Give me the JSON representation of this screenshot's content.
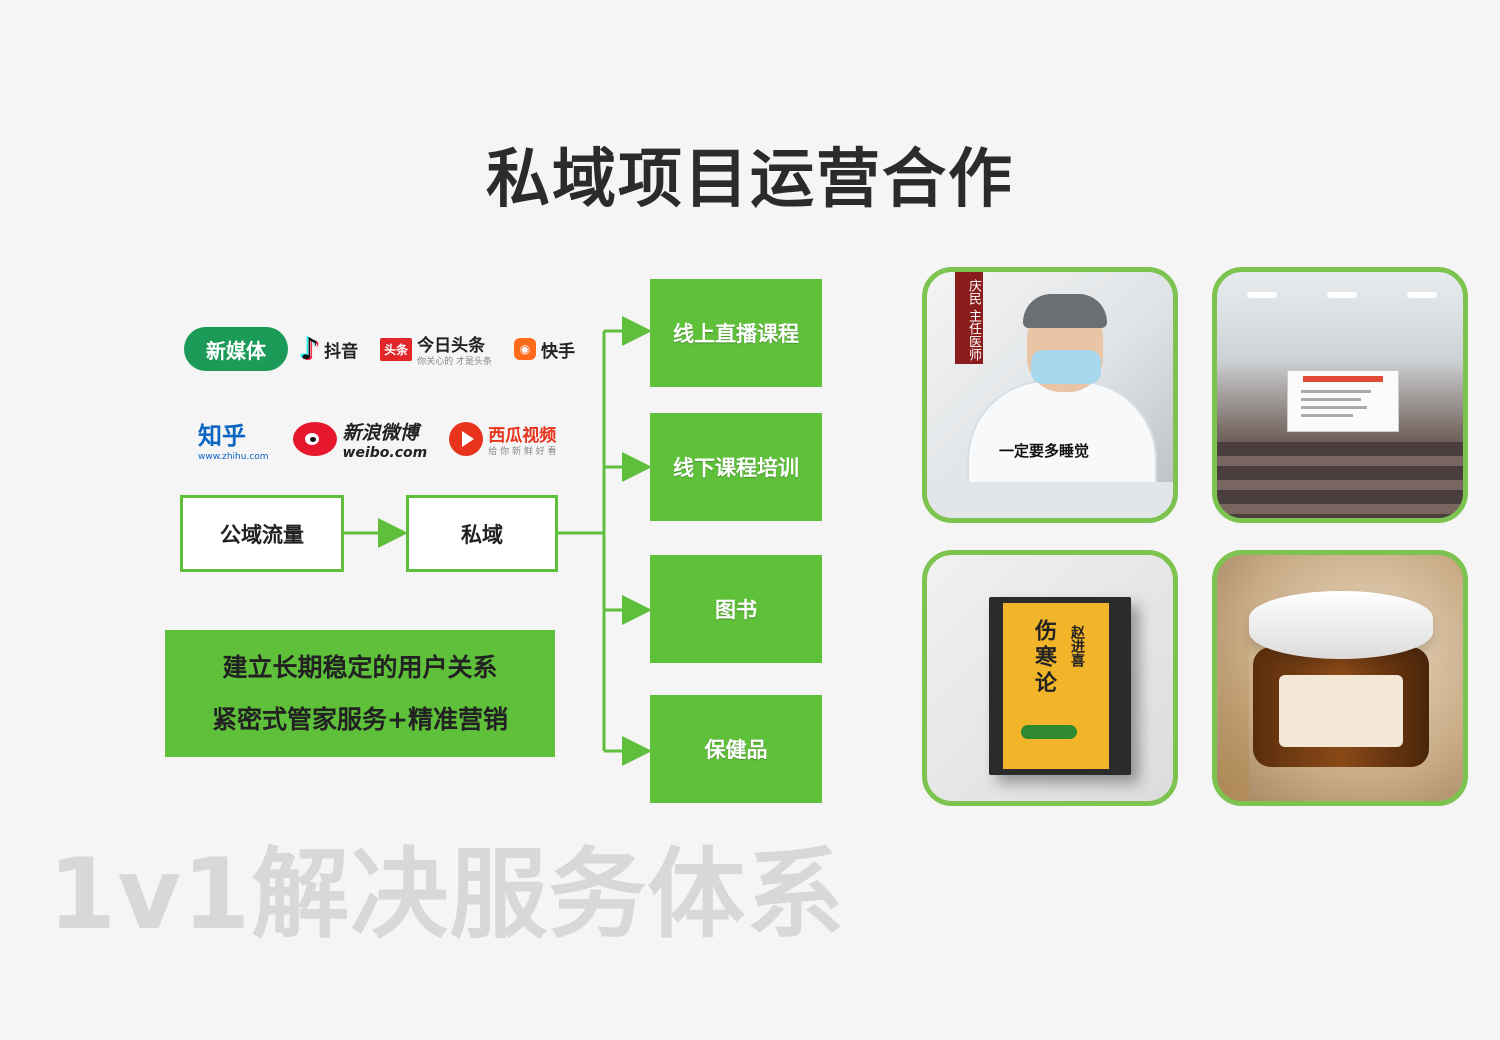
{
  "title": "私域项目运营合作",
  "channels": {
    "group_label": "新媒体",
    "row1": [
      {
        "name": "抖音",
        "icon": "douyin-icon"
      },
      {
        "name": "今日头条",
        "badge": "头条",
        "sub": "你关心的 才是头条",
        "icon": "toutiao-icon"
      },
      {
        "name": "快手",
        "icon": "kuaishou-icon"
      }
    ],
    "row2": [
      {
        "name": "知乎",
        "sub": "www.zhihu.com",
        "icon": "zhihu-icon"
      },
      {
        "name": "新浪微博",
        "sub": "weibo.com",
        "icon": "weibo-icon"
      },
      {
        "name": "西瓜视频",
        "sub": "给 你 新 鲜 好 看",
        "icon": "xigua-icon"
      }
    ]
  },
  "flow": {
    "public_traffic": "公域流量",
    "private_domain": "私域"
  },
  "services": [
    "线上直播课程",
    "线下课程培训",
    "图书",
    "保健品"
  ],
  "relationship": {
    "line1": "建立长期稳定的用户关系",
    "line2": "紧密式管家服务+精准营销"
  },
  "watermark": "1v1解决服务体系",
  "photos": {
    "doctor": {
      "banner": "庆民 主任医师",
      "caption": "一定要多睡觉"
    },
    "book": {
      "title": "伤寒论",
      "author": "赵进喜"
    }
  },
  "colors": {
    "accent_green": "#5fc03a",
    "pill_green": "#1c9a57",
    "photo_border": "#7cc34f",
    "watermark_gray": "#d8d8d8"
  }
}
